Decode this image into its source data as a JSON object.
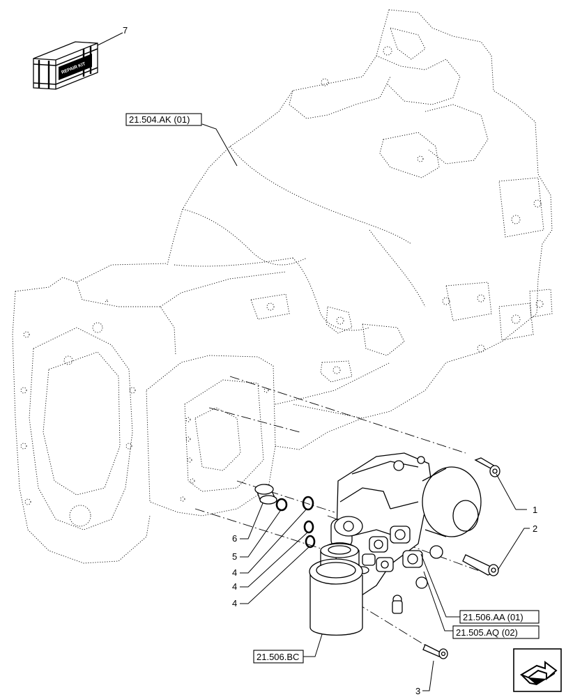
{
  "references": {
    "housing": "21.504.AK (01)",
    "valve_block": "21.506.AA (01)",
    "filter_valve": "21.505.AQ (02)",
    "filter": "21.506.BC"
  },
  "item_numbers": {
    "kit": "7",
    "bolt_upper": "1",
    "bolt_lower": "2",
    "bolt_bottom": "3",
    "oring_a": "4",
    "oring_b": "4",
    "oring_c": "4",
    "oring_small": "5",
    "sleeve": "6"
  },
  "kit_label": "REPAIR KIT",
  "icons": {
    "kit": "repair-kit-box-icon",
    "navigation": "next-page-arrow-icon"
  }
}
